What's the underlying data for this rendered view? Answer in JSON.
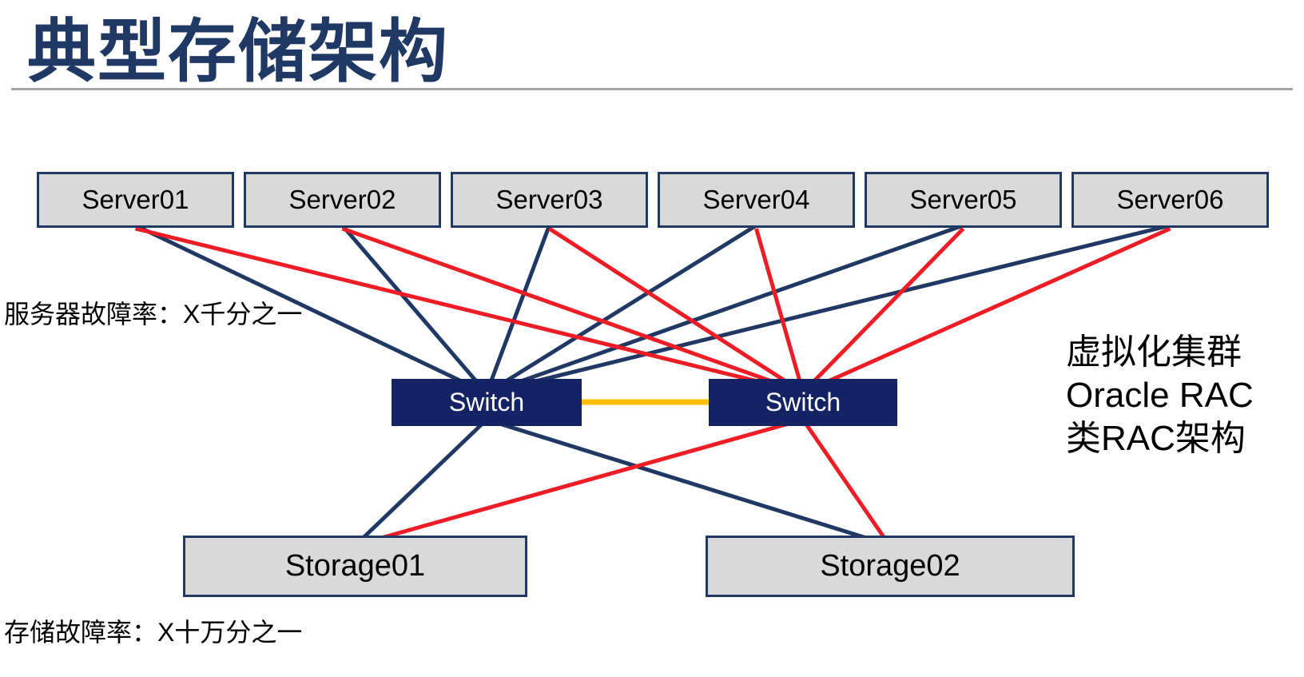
{
  "slide": {
    "title": "典型存储架构"
  },
  "diagram": {
    "servers": [
      "Server01",
      "Server02",
      "Server03",
      "Server04",
      "Server05",
      "Server06"
    ],
    "switches": [
      "Switch",
      "Switch"
    ],
    "storages": [
      "Storage01",
      "Storage02"
    ],
    "annotations": {
      "server_failure_rate": "服务器故障率：X千分之一",
      "storage_failure_rate": "存储故障率：X十万分之一",
      "cluster_note_line1": "虚拟化集群",
      "cluster_note_line2": "Oracle RAC",
      "cluster_note_line3": "类RAC架构"
    },
    "connections": [
      "Server01..Server06 each link to left Switch (blue path) and right Switch (red path)",
      "Switch to Switch interlink (orange)",
      "Left Switch links to Storage01 and Storage02 (blue)",
      "Right Switch links to Storage01 and Storage02 (red)"
    ],
    "colors": {
      "navy": "#1F3864",
      "red": "#EE1C25",
      "orange": "#FFC000",
      "box_fill": "#D9D9D9",
      "switch_fill": "#132364",
      "rule_gray": "#A6A6A6"
    }
  }
}
